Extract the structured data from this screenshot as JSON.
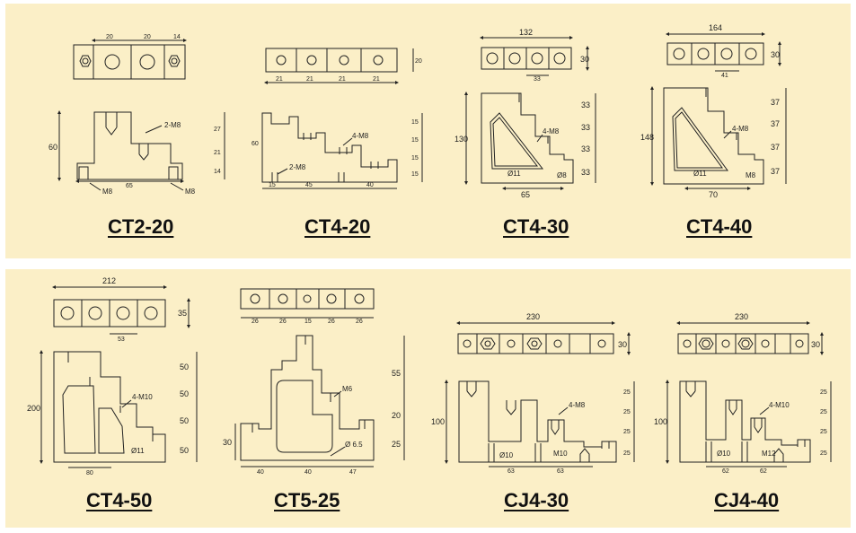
{
  "items": [
    {
      "model": "CT2-20",
      "top_widths": [
        "20",
        "20",
        "14"
      ],
      "height_total": "60",
      "heights": [
        "27",
        "21",
        "14"
      ],
      "callouts": [
        "2-M8",
        "M8",
        "M8"
      ],
      "bottom_widths": [
        "65"
      ]
    },
    {
      "model": "CT4-20",
      "depth": "20",
      "top_widths": [
        "21",
        "21",
        "21",
        "21"
      ],
      "height_total": "60",
      "heights": [
        "15",
        "15",
        "15",
        "15"
      ],
      "callouts": [
        "4-M8",
        "2-M8"
      ],
      "bottom_widths": [
        "15",
        "45",
        "40"
      ]
    },
    {
      "model": "CT4-30",
      "top_width": "132",
      "depth": "30",
      "top_sub": "33",
      "height_total": "130",
      "heights": [
        "33",
        "33",
        "33",
        "33"
      ],
      "callouts": [
        "4-M8",
        "Ø11",
        "Ø8"
      ],
      "bottom_widths": [
        "65"
      ]
    },
    {
      "model": "CT4-40",
      "top_width": "164",
      "depth": "30",
      "top_sub": "41",
      "height_total": "148",
      "heights": [
        "37",
        "37",
        "37",
        "37"
      ],
      "callouts": [
        "4-M8",
        "Ø11",
        "M8"
      ],
      "bottom_widths": [
        "70"
      ]
    },
    {
      "model": "CT4-50",
      "top_width": "212",
      "depth": "35",
      "top_sub": "53",
      "height_total": "200",
      "heights": [
        "50",
        "50",
        "50",
        "50"
      ],
      "callouts": [
        "4-M10",
        "Ø11"
      ],
      "bottom_widths": [
        "80"
      ]
    },
    {
      "model": "CT5-25",
      "top_widths": [
        "26",
        "26",
        "15",
        "26",
        "26"
      ],
      "heights": [
        "55",
        "20",
        "25"
      ],
      "height_side": "30",
      "callouts": [
        "M6",
        "Ø 6.5"
      ],
      "bottom_widths": [
        "40",
        "40",
        "47"
      ]
    },
    {
      "model": "CJ4-30",
      "top_width": "230",
      "depth": "30",
      "height_total": "100",
      "heights": [
        "25",
        "25",
        "25",
        "25"
      ],
      "callouts": [
        "4-M8",
        "Ø10",
        "M10"
      ],
      "bottom_widths": [
        "63",
        "63"
      ]
    },
    {
      "model": "CJ4-40",
      "top_width": "230",
      "depth": "30",
      "height_total": "100",
      "heights": [
        "25",
        "25",
        "25",
        "25"
      ],
      "callouts": [
        "4-M10",
        "Ø10",
        "M12"
      ],
      "bottom_widths": [
        "62",
        "62"
      ]
    }
  ]
}
